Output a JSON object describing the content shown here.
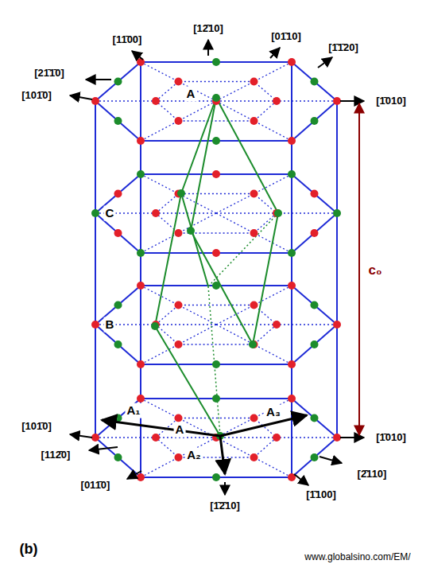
{
  "diagram": {
    "labels": [
      "[12̄10]",
      "[11̄00]",
      "[21̄1̄0]",
      "[101̄0]",
      "[01̄10]",
      "[1̄1̄20]",
      "[1̄010]",
      "[101̄0]",
      "[112̄0]",
      "[011̄0]",
      "[1̄2̄10]",
      "[1̄100]",
      "[2̄110]",
      "[1̄010]",
      "A",
      "C",
      "B",
      "A",
      "A₁",
      "A₂",
      "A₃",
      "c₀",
      "(b)",
      "www.globalsino.com/EM/"
    ]
  }
}
